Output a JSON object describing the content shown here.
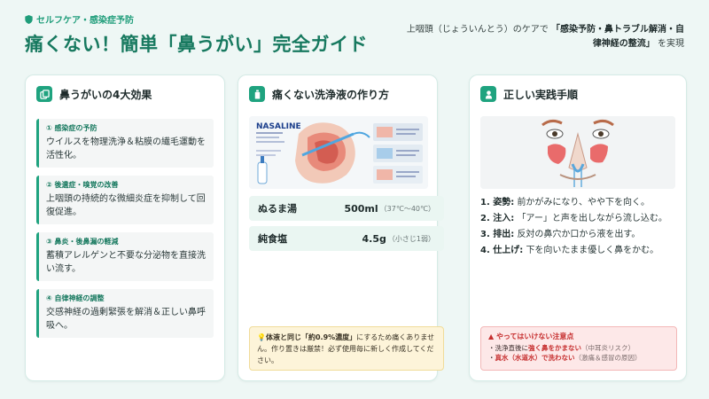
{
  "header": {
    "kicker": "セルフケア・感染症予防",
    "title": "痛くない！簡単「鼻うがい」完全ガイド",
    "subtitle_pre": "上咽頭（じょういんとう）のケアで",
    "subtitle_strong": "「感染予防・鼻トラブル解消・自律神経の整流」",
    "subtitle_post": "を実現"
  },
  "effects": {
    "title": "鼻うがいの4大効果",
    "items": [
      {
        "title": "① 感染症の予防",
        "body": "ウイルスを物理洗浄＆粘膜の繊毛運動を活性化。"
      },
      {
        "title": "② 後遺症・嗅覚の改善",
        "body": "上咽頭の持続的な微細炎症を抑制して回復促進。"
      },
      {
        "title": "③ 鼻炎・後鼻漏の軽減",
        "body": "蓄積アレルゲンと不要な分泌物を直接洗い流す。"
      },
      {
        "title": "④ 自律神経の調整",
        "body": "交感神経の過剰緊張を解消＆正しい鼻呼吸へ。"
      }
    ]
  },
  "solution": {
    "title": "痛くない洗浄液の作り方",
    "brand": "NASALINE",
    "ingredients": [
      {
        "name": "ぬるま湯",
        "amount": "500ml",
        "note": "（37℃〜40℃）"
      },
      {
        "name": "純食塩",
        "amount": "4.5g",
        "note": "（小さじ1弱）"
      }
    ],
    "tip_strong": "体液と同じ「約0.9%濃度」",
    "tip_rest": "にするため痛くありません。作り置きは厳禁！必ず使用毎に新しく作成してください。"
  },
  "practice": {
    "title": "正しい実践手順",
    "steps": [
      {
        "label": "1. 姿勢:",
        "text": "前かがみになり、やや下を向く。"
      },
      {
        "label": "2. 注入:",
        "text": "「アー」と声を出しながら流し込む。"
      },
      {
        "label": "3. 排出:",
        "text": "反対の鼻穴か口から液を出す。"
      },
      {
        "label": "4. 仕上げ:",
        "text": "下を向いたまま優しく鼻をかむ。"
      }
    ],
    "warning": {
      "title": "▲ やってはいけない注意点",
      "items": [
        {
          "pre": "・洗浄直後に",
          "strong": "強く鼻をかまない",
          "note": "（中耳炎リスク）"
        },
        {
          "pre": "・",
          "strong": "真水（水道水）で洗わない",
          "note": "（激痛＆感冒の原因）"
        }
      ]
    }
  },
  "colors": {
    "accent": "#1fa37f",
    "title": "#17795f",
    "warning": "#c62f2f",
    "tip_bg": "#fdf4d9",
    "warn_bg": "#fde8e8"
  }
}
